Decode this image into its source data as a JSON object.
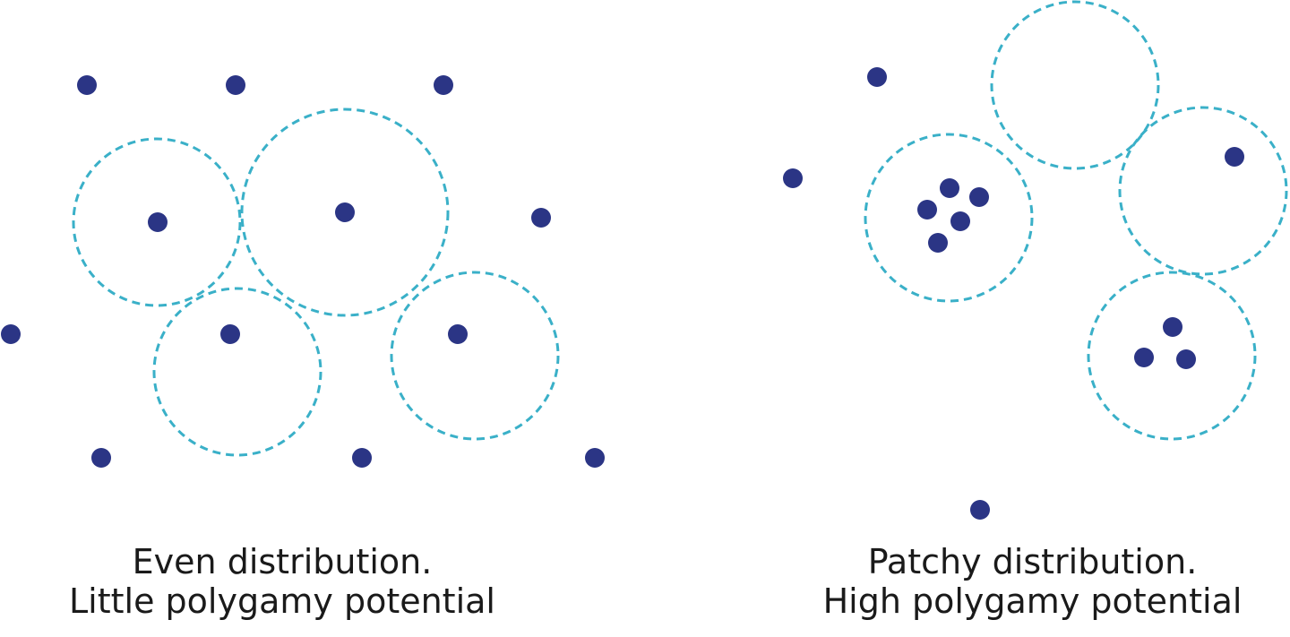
{
  "colors": {
    "individual": "#2b3585",
    "territory": "#3ab0c8",
    "text": "#1a1a1a",
    "background": "#ffffff"
  },
  "panels": [
    {
      "id": "even",
      "caption_line1": "Even distribution.",
      "caption_line2": "Little polygamy potential"
    },
    {
      "id": "patchy",
      "caption_line1": "Patchy distribution.",
      "caption_line2": "High polygamy potential"
    }
  ]
}
